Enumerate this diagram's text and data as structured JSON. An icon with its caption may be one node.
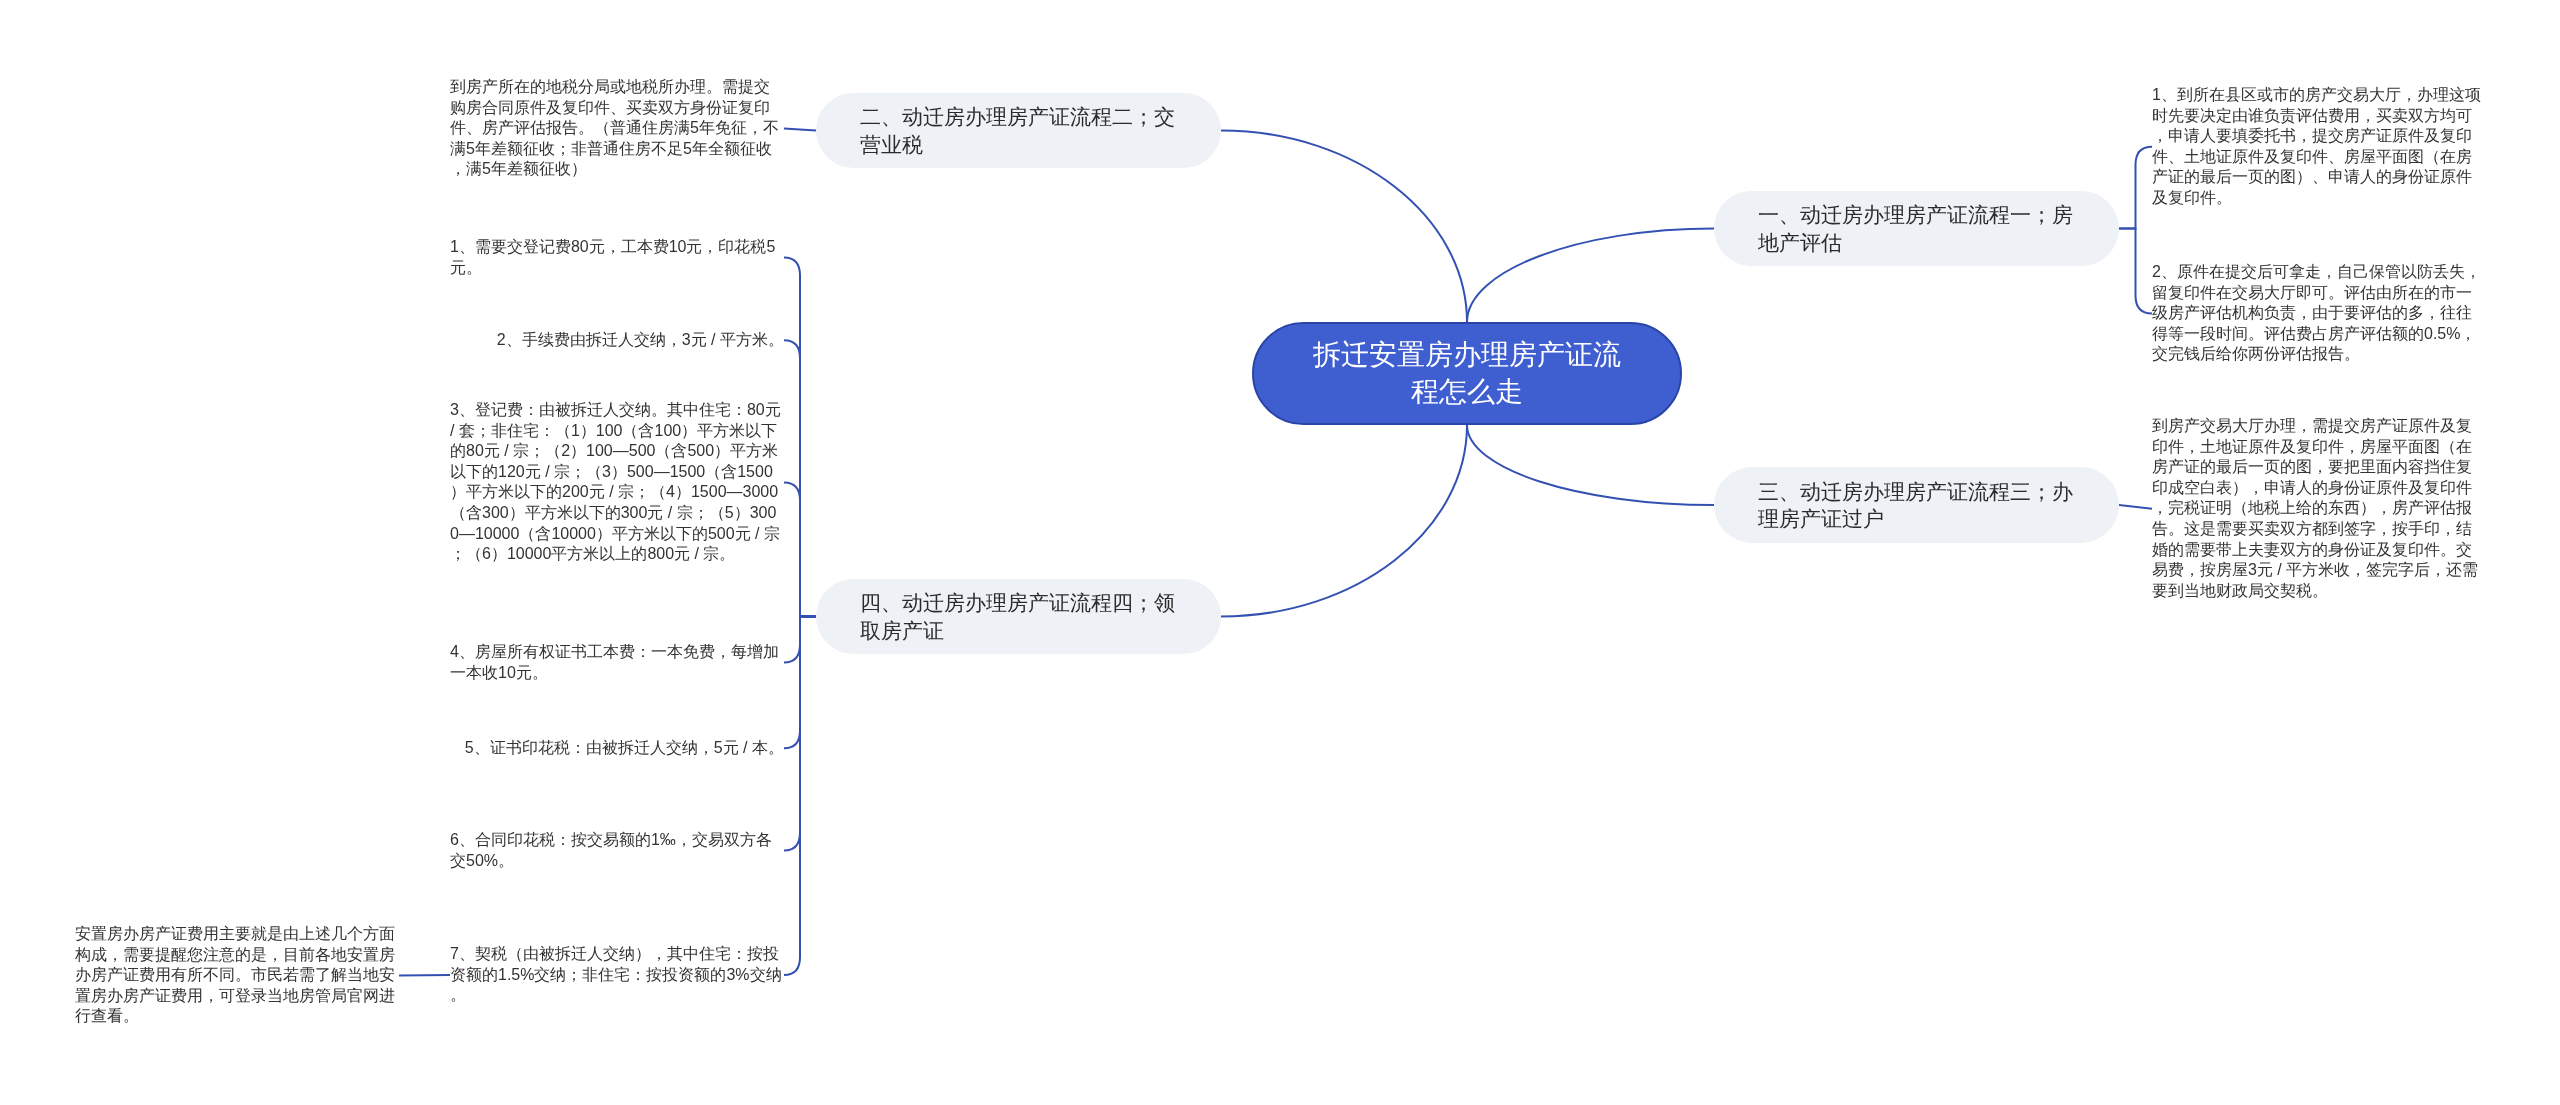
{
  "diagram": {
    "nodes": [
      {
        "text": [
          "拆迁安置房办理房产证流程怎么走"
        ]
      },
      {
        "text": [
          "一、动迁房办理房产证流程一；房地产评估"
        ]
      },
      {
        "text": [
          "1、到所在县区或市的房产交易大厅，办理这项时先要决定由谁负责评估费用，买卖双方均可，申请人要填委托书，提交房产证原件及复印件、土地证原件及复印件、房屋平面图（在房产证的最后一页的图）、申请人的身份证原件及复印件。"
        ]
      },
      {
        "text": [
          "2、原件在提交后可拿走，自己保管以防丢失，留复印件在交易大厅即可。评估由所在的市一级房产评估机构负责，由于要评估的多，往往得等一段时间。评估费占房产评估额的0.5%，交完钱后给你两份评估报告。"
        ]
      },
      {
        "text": [
          "二、动迁房办理房产证流程二；交营业税"
        ]
      },
      {
        "text": [
          "到房产所在的地税分局或地税所办理。需提交购房合同原件及复印件、买卖双方身份证复印件、房产评估报告。（普通住房满5年免征，不满5年差额征收；非普通住房不足5年全额征收，满5年差额征收）"
        ]
      },
      {
        "text": [
          "三、动迁房办理房产证流程三；办理房产证过户"
        ]
      },
      {
        "text": [
          "到房产交易大厅办理，需提交房产证原件及复印件，土地证原件及复印件，房屋平面图（在房产证的最后一页的图，要把里面内容挡住复印成空白表），申请人的身份证原件及复印件，完税证明（地税上给的东西），房产评估报告。这是需要买卖双方都到签字，按手印，结婚的需要带上夫妻双方的身份证及复印件。交易费，按房屋3元 / 平方米收，签完字后，还需要到当地财政局交契税。"
        ]
      },
      {
        "text": [
          "四、动迁房办理房产证流程四；领取房产证"
        ]
      },
      {
        "text": [
          "1、需要交登记费80元，工本费10元，印花税5元。"
        ]
      },
      {
        "text": [
          "2、手续费由拆迁人交纳，3元 / 平方米。"
        ]
      },
      {
        "text": [
          "3、登记费：由被拆迁人交纳。其中住宅：80元 / 套；非住宅：（1）100（含100）平方米以下的80元 / 宗；（2）100—500（含500）平方米以下的120元 / 宗；（3）500—1500（含1500）平方米以下的200元 / 宗；（4）1500—3000（含300）平方米以下的300元 / 宗；（5）3000—10000（含10000）平方米以下的500元 / 宗；（6）10000平方米以上的800元 / 宗。"
        ]
      },
      {
        "text": [
          "4、房屋所有权证书工本费：一本免费，每增加一本收10元。"
        ]
      },
      {
        "text": [
          "5、证书印花税：由被拆迁人交纳，5元 / 本。"
        ]
      },
      {
        "text": [
          "6、合同印花税：按交易额的1‰，交易双方各交50%。"
        ]
      },
      {
        "text": [
          "7、契税（由被拆迁人交纳），其中住宅：按投资额的1.5%交纳；非住宅：按投资额的3%交纳。"
        ]
      },
      {
        "text": [
          "安置房办房产证费用主要就是由上述几个方面构成，需要提醒您注意的是，目前各地安置房办房产证费用有所不同。市民若需了解当地安置房办房产证费用，可登录当地房管局官网进行查看。"
        ]
      }
    ],
    "edges": [
      {
        "from": 0,
        "to": 1,
        "arrow": "none"
      },
      {
        "from": 1,
        "to": 2,
        "arrow": "none"
      },
      {
        "from": 1,
        "to": 3,
        "arrow": "none"
      },
      {
        "from": 0,
        "to": 4,
        "arrow": "none"
      },
      {
        "from": 4,
        "to": 5,
        "arrow": "none"
      },
      {
        "from": 0,
        "to": 6,
        "arrow": "none"
      },
      {
        "from": 6,
        "to": 7,
        "arrow": "none"
      },
      {
        "from": 0,
        "to": 8,
        "arrow": "none"
      },
      {
        "from": 8,
        "to": 9,
        "arrow": "none"
      },
      {
        "from": 8,
        "to": 10,
        "arrow": "none"
      },
      {
        "from": 8,
        "to": 11,
        "arrow": "none"
      },
      {
        "from": 8,
        "to": 12,
        "arrow": "none"
      },
      {
        "from": 8,
        "to": 13,
        "arrow": "none"
      },
      {
        "from": 8,
        "to": 14,
        "arrow": "none"
      },
      {
        "from": 8,
        "to": 15,
        "arrow": "none"
      },
      {
        "from": 15,
        "to": 16,
        "arrow": "none"
      }
    ]
  }
}
